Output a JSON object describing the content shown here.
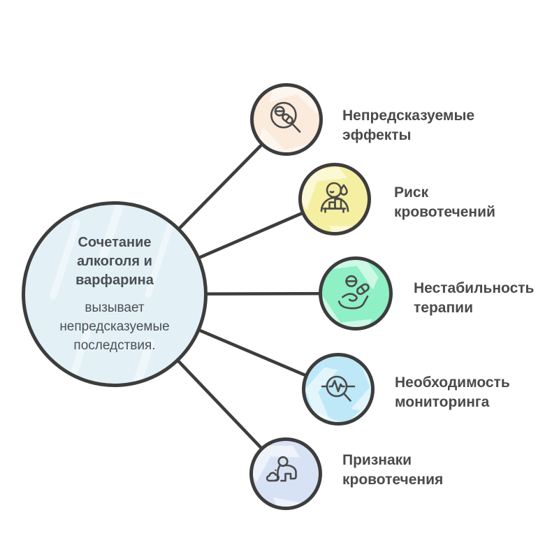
{
  "colors": {
    "outline": "#3d3d3d",
    "label_text": "#4a4a4a",
    "center_text": "#4a4f54",
    "icon_stroke": "#4a4a4a",
    "background": "#ffffff",
    "center_fill": "#e3f1f7",
    "sat1_fill": "#fbebdc",
    "sat2_fill": "#f5efa2",
    "sat3_fill": "#8fefc5",
    "sat4_fill": "#bee8f7",
    "sat5_fill": "#d8e2f5"
  },
  "center": {
    "title": "Сочетание\nалкоголя и\nварфарина",
    "body": "вызывает\nнепредсказуемые\nпоследствия."
  },
  "satellites": [
    {
      "label": "Непредсказуемые\nэффекты",
      "icon": "pills-magnifier-icon"
    },
    {
      "label": "Риск\nкровотечений",
      "icon": "person-bleeding-icon"
    },
    {
      "label": "Нестабильность\nтерапии",
      "icon": "hand-pills-icon"
    },
    {
      "label": "Необходимость\nмониторинга",
      "icon": "pulse-magnifier-icon"
    },
    {
      "label": "Признаки\nкровотечения",
      "icon": "crawling-person-icon"
    }
  ]
}
